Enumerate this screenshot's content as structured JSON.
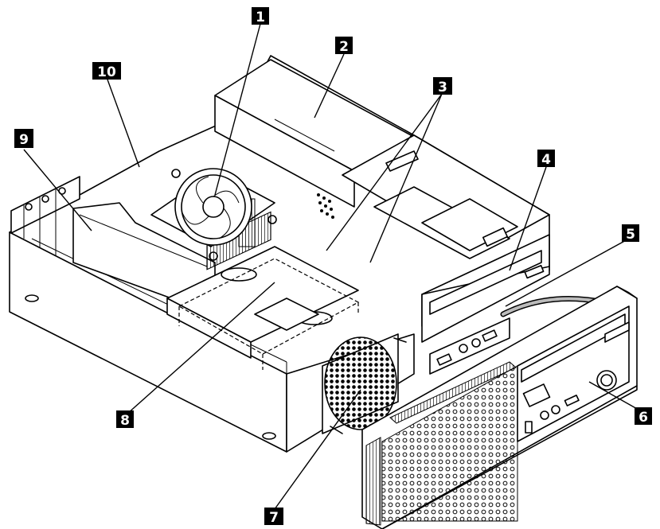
{
  "callouts": [
    {
      "id": "callout-1",
      "label": "1"
    },
    {
      "id": "callout-2",
      "label": "2"
    },
    {
      "id": "callout-3",
      "label": "3"
    },
    {
      "id": "callout-4",
      "label": "4"
    },
    {
      "id": "callout-5",
      "label": "5"
    },
    {
      "id": "callout-6",
      "label": "6"
    },
    {
      "id": "callout-7",
      "label": "7"
    },
    {
      "id": "callout-8",
      "label": "8"
    },
    {
      "id": "callout-9",
      "label": "9"
    },
    {
      "id": "callout-10",
      "label": "10"
    }
  ],
  "colors": {
    "line": "#000000",
    "background": "#ffffff",
    "callout_fill": "#000000",
    "callout_text": "#ffffff"
  }
}
